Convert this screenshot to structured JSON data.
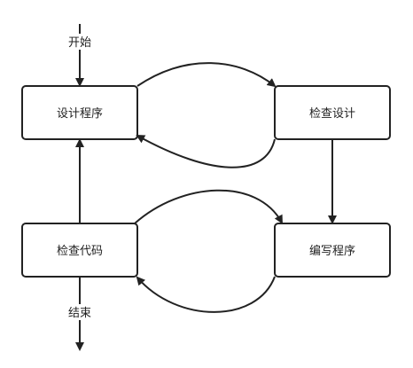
{
  "diagram": {
    "nodes": {
      "design": {
        "label": "设计程序"
      },
      "review": {
        "label": "检查设计"
      },
      "coding": {
        "label": "编写程序"
      },
      "check": {
        "label": "检查代码"
      }
    },
    "edges": {
      "start_label": "开始",
      "end_label": "结束"
    },
    "colors": {
      "stroke": "#222222",
      "fill": "#ffffff",
      "text": "#222222"
    }
  }
}
